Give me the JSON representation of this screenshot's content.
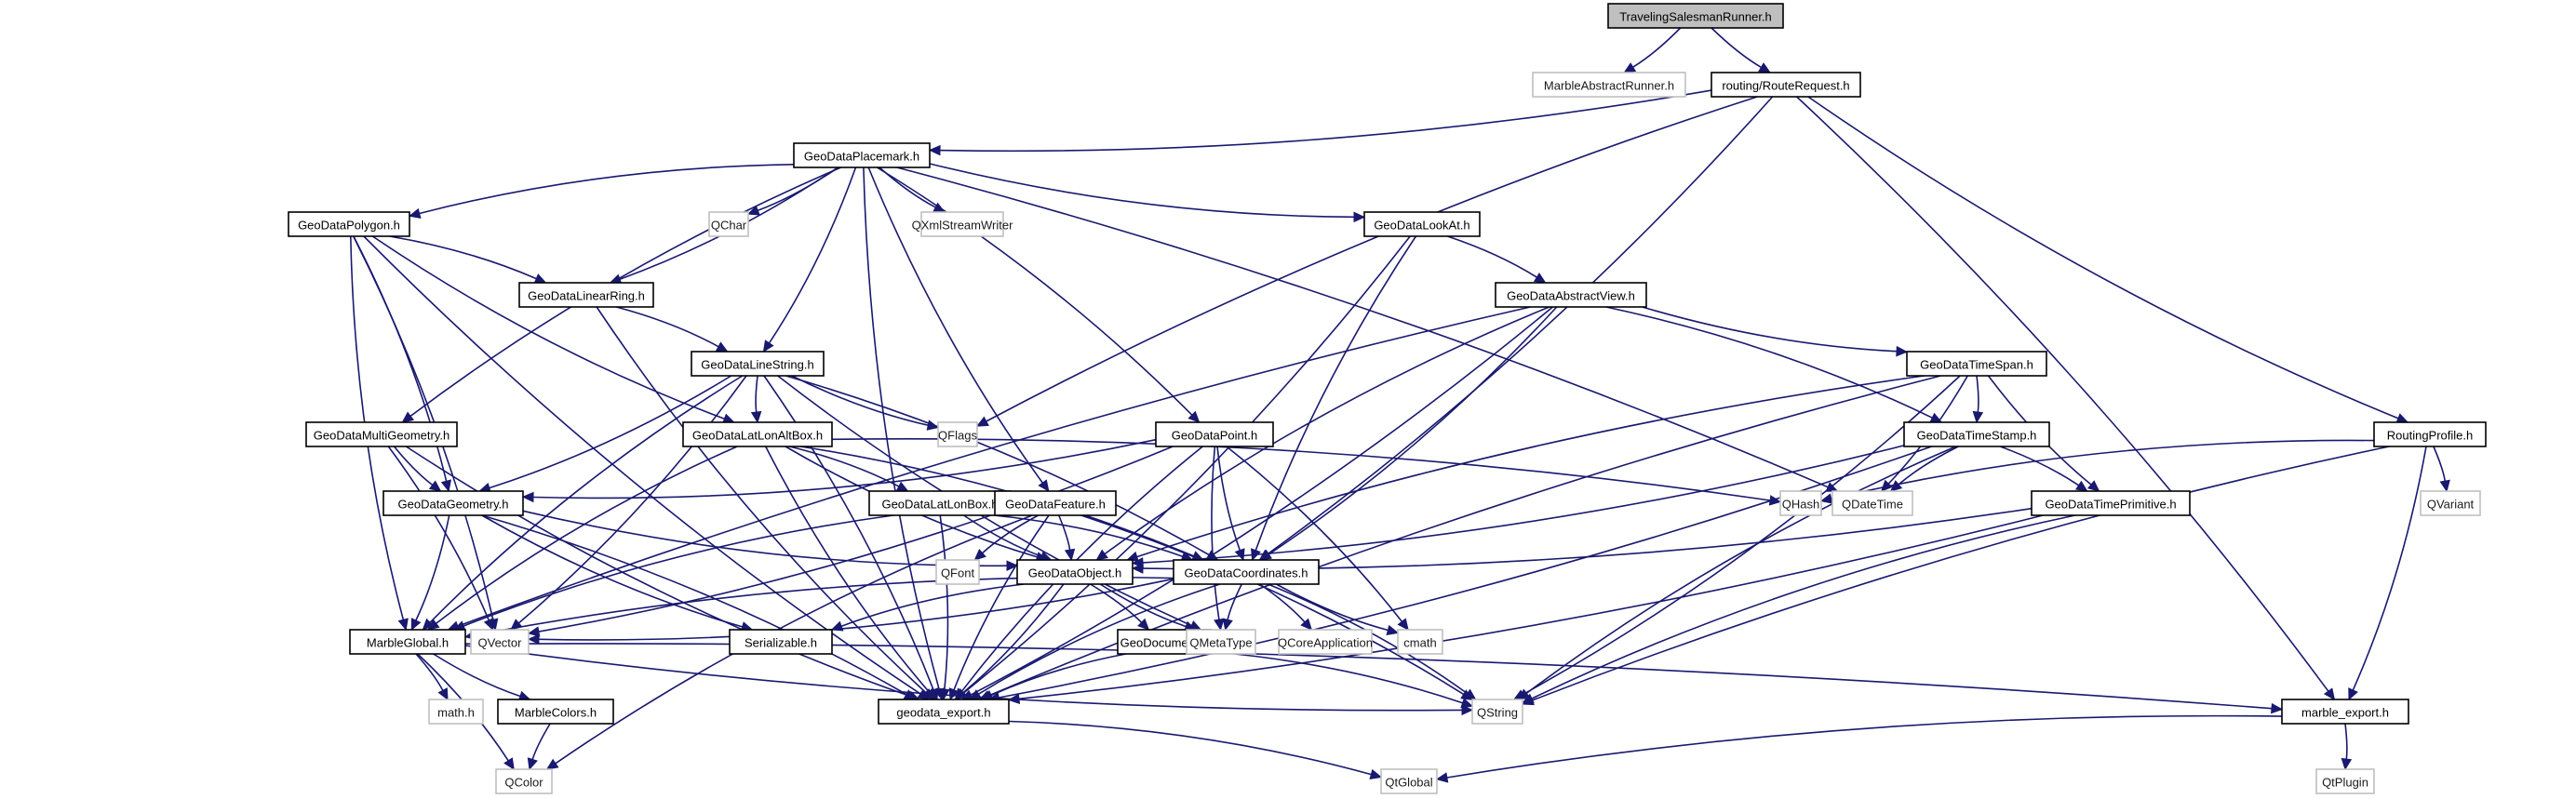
{
  "title": "TravelingSalesmanRunner.h include dependency graph",
  "colors": {
    "edge": "#191970",
    "documented_border": "#000000",
    "external_border": "#bfbfbf",
    "root_fill": "#bfbfbf"
  },
  "nodes": [
    {
      "id": "TravelingSalesmanRunner",
      "label": "TravelingSalesmanRunner.h",
      "kind": "root"
    },
    {
      "id": "MarbleAbstractRunner",
      "label": "MarbleAbstractRunner.h",
      "kind": "ext"
    },
    {
      "id": "RouteRequest",
      "label": "routing/RouteRequest.h",
      "kind": "doc"
    },
    {
      "id": "GeoDataPlacemark",
      "label": "GeoDataPlacemark.h",
      "kind": "doc"
    },
    {
      "id": "GeoDataPolygon",
      "label": "GeoDataPolygon.h",
      "kind": "doc"
    },
    {
      "id": "QChar",
      "label": "QChar",
      "kind": "ext"
    },
    {
      "id": "QXmlStreamWriter",
      "label": "QXmlStreamWriter",
      "kind": "ext"
    },
    {
      "id": "GeoDataLookAt",
      "label": "GeoDataLookAt.h",
      "kind": "doc"
    },
    {
      "id": "GeoDataLinearRing",
      "label": "GeoDataLinearRing.h",
      "kind": "doc"
    },
    {
      "id": "GeoDataAbstractView",
      "label": "GeoDataAbstractView.h",
      "kind": "doc"
    },
    {
      "id": "GeoDataLineString",
      "label": "GeoDataLineString.h",
      "kind": "doc"
    },
    {
      "id": "GeoDataTimeSpan",
      "label": "GeoDataTimeSpan.h",
      "kind": "doc"
    },
    {
      "id": "GeoDataMultiGeometry",
      "label": "GeoDataMultiGeometry.h",
      "kind": "doc"
    },
    {
      "id": "GeoDataLatLonAltBox",
      "label": "GeoDataLatLonAltBox.h",
      "kind": "doc"
    },
    {
      "id": "QFlags",
      "label": "QFlags",
      "kind": "ext"
    },
    {
      "id": "GeoDataPoint",
      "label": "GeoDataPoint.h",
      "kind": "doc"
    },
    {
      "id": "GeoDataTimeStamp",
      "label": "GeoDataTimeStamp.h",
      "kind": "doc"
    },
    {
      "id": "RoutingProfile",
      "label": "RoutingProfile.h",
      "kind": "doc"
    },
    {
      "id": "GeoDataGeometry",
      "label": "GeoDataGeometry.h",
      "kind": "doc"
    },
    {
      "id": "GeoDataLatLonBox",
      "label": "GeoDataLatLonBox.h",
      "kind": "doc"
    },
    {
      "id": "GeoDataFeature",
      "label": "GeoDataFeature.h",
      "kind": "doc"
    },
    {
      "id": "QHash",
      "label": "QHash",
      "kind": "ext"
    },
    {
      "id": "QDateTime",
      "label": "QDateTime",
      "kind": "ext"
    },
    {
      "id": "GeoDataTimePrimitive",
      "label": "GeoDataTimePrimitive.h",
      "kind": "doc"
    },
    {
      "id": "QVariant",
      "label": "QVariant",
      "kind": "ext"
    },
    {
      "id": "QFont",
      "label": "QFont",
      "kind": "ext"
    },
    {
      "id": "GeoDataObject",
      "label": "GeoDataObject.h",
      "kind": "doc"
    },
    {
      "id": "GeoDataCoordinates",
      "label": "GeoDataCoordinates.h",
      "kind": "doc"
    },
    {
      "id": "MarbleGlobal",
      "label": "MarbleGlobal.h",
      "kind": "doc"
    },
    {
      "id": "QVector",
      "label": "QVector",
      "kind": "ext"
    },
    {
      "id": "Serializable",
      "label": "Serializable.h",
      "kind": "doc"
    },
    {
      "id": "GeoDocument",
      "label": "GeoDocument.h",
      "kind": "doc"
    },
    {
      "id": "QMetaType",
      "label": "QMetaType",
      "kind": "ext"
    },
    {
      "id": "QCoreApplication",
      "label": "QCoreApplication",
      "kind": "ext"
    },
    {
      "id": "cmath",
      "label": "cmath",
      "kind": "ext"
    },
    {
      "id": "math_h",
      "label": "math.h",
      "kind": "ext"
    },
    {
      "id": "MarbleColors",
      "label": "MarbleColors.h",
      "kind": "doc"
    },
    {
      "id": "geodata_export",
      "label": "geodata_export.h",
      "kind": "doc"
    },
    {
      "id": "QString",
      "label": "QString",
      "kind": "ext"
    },
    {
      "id": "marble_export",
      "label": "marble_export.h",
      "kind": "doc"
    },
    {
      "id": "QColor",
      "label": "QColor",
      "kind": "ext"
    },
    {
      "id": "QtGlobal",
      "label": "QtGlobal",
      "kind": "ext"
    },
    {
      "id": "QtPlugin",
      "label": "QtPlugin",
      "kind": "ext"
    }
  ],
  "edges": [
    [
      "TravelingSalesmanRunner",
      "MarbleAbstractRunner"
    ],
    [
      "TravelingSalesmanRunner",
      "RouteRequest"
    ],
    [
      "RouteRequest",
      "GeoDataPlacemark"
    ],
    [
      "RouteRequest",
      "QFlags"
    ],
    [
      "RouteRequest",
      "GeoDataCoordinates"
    ],
    [
      "RouteRequest",
      "RoutingProfile"
    ],
    [
      "RouteRequest",
      "marble_export"
    ],
    [
      "GeoDataPlacemark",
      "GeoDataPolygon"
    ],
    [
      "GeoDataPlacemark",
      "GeoDataLinearRing"
    ],
    [
      "GeoDataPlacemark",
      "GeoDataMultiGeometry"
    ],
    [
      "GeoDataPlacemark",
      "QChar"
    ],
    [
      "GeoDataPlacemark",
      "QXmlStreamWriter"
    ],
    [
      "GeoDataPlacemark",
      "GeoDataLineString"
    ],
    [
      "GeoDataPlacemark",
      "GeoDataFeature"
    ],
    [
      "GeoDataPlacemark",
      "GeoDataPoint"
    ],
    [
      "GeoDataPlacemark",
      "GeoDataLookAt"
    ],
    [
      "GeoDataPlacemark",
      "QDateTime"
    ],
    [
      "GeoDataPlacemark",
      "geodata_export"
    ],
    [
      "GeoDataPolygon",
      "GeoDataLinearRing"
    ],
    [
      "GeoDataPolygon",
      "GeoDataLatLonAltBox"
    ],
    [
      "GeoDataPolygon",
      "GeoDataGeometry"
    ],
    [
      "GeoDataPolygon",
      "MarbleGlobal"
    ],
    [
      "GeoDataPolygon",
      "QVector"
    ],
    [
      "GeoDataPolygon",
      "geodata_export"
    ],
    [
      "GeoDataLinearRing",
      "GeoDataLineString"
    ],
    [
      "GeoDataLinearRing",
      "geodata_export"
    ],
    [
      "GeoDataLookAt",
      "GeoDataAbstractView"
    ],
    [
      "GeoDataLookAt",
      "GeoDataCoordinates"
    ],
    [
      "GeoDataLookAt",
      "geodata_export"
    ],
    [
      "GeoDataAbstractView",
      "GeoDataTimeSpan"
    ],
    [
      "GeoDataAbstractView",
      "GeoDataTimeStamp"
    ],
    [
      "GeoDataAbstractView",
      "GeoDataObject"
    ],
    [
      "GeoDataAbstractView",
      "GeoDataCoordinates"
    ],
    [
      "GeoDataAbstractView",
      "MarbleGlobal"
    ],
    [
      "GeoDataAbstractView",
      "geodata_export"
    ],
    [
      "GeoDataLineString",
      "GeoDataLatLonAltBox"
    ],
    [
      "GeoDataLineString",
      "GeoDataGeometry"
    ],
    [
      "GeoDataLineString",
      "QFlags"
    ],
    [
      "GeoDataLineString",
      "GeoDataCoordinates"
    ],
    [
      "GeoDataLineString",
      "MarbleGlobal"
    ],
    [
      "GeoDataLineString",
      "QVector"
    ],
    [
      "GeoDataLineString",
      "QMetaType"
    ],
    [
      "GeoDataLineString",
      "geodata_export"
    ],
    [
      "GeoDataMultiGeometry",
      "GeoDataGeometry"
    ],
    [
      "GeoDataMultiGeometry",
      "QVector"
    ],
    [
      "GeoDataMultiGeometry",
      "geodata_export"
    ],
    [
      "GeoDataLatLonAltBox",
      "GeoDataLatLonBox"
    ],
    [
      "GeoDataLatLonAltBox",
      "GeoDataObject"
    ],
    [
      "GeoDataLatLonAltBox",
      "GeoDataCoordinates"
    ],
    [
      "GeoDataLatLonAltBox",
      "MarbleGlobal"
    ],
    [
      "GeoDataLatLonAltBox",
      "QHash"
    ],
    [
      "GeoDataLatLonAltBox",
      "geodata_export"
    ],
    [
      "GeoDataPoint",
      "GeoDataGeometry"
    ],
    [
      "GeoDataPoint",
      "GeoDataCoordinates"
    ],
    [
      "GeoDataPoint",
      "QVector"
    ],
    [
      "GeoDataPoint",
      "QMetaType"
    ],
    [
      "GeoDataPoint",
      "cmath"
    ],
    [
      "GeoDataPoint",
      "geodata_export"
    ],
    [
      "GeoDataTimeSpan",
      "GeoDataTimeStamp"
    ],
    [
      "GeoDataTimeSpan",
      "GeoDataTimePrimitive"
    ],
    [
      "GeoDataTimeSpan",
      "QDateTime"
    ],
    [
      "GeoDataTimeSpan",
      "GeoDataObject"
    ],
    [
      "GeoDataTimeSpan",
      "QString"
    ],
    [
      "GeoDataTimeSpan",
      "geodata_export"
    ],
    [
      "GeoDataTimeStamp",
      "GeoDataTimePrimitive"
    ],
    [
      "GeoDataTimeStamp",
      "QDateTime"
    ],
    [
      "GeoDataTimeStamp",
      "GeoDataObject"
    ],
    [
      "GeoDataTimeStamp",
      "QString"
    ],
    [
      "GeoDataTimeStamp",
      "geodata_export"
    ],
    [
      "RoutingProfile",
      "QHash"
    ],
    [
      "RoutingProfile",
      "QVariant"
    ],
    [
      "RoutingProfile",
      "QString"
    ],
    [
      "RoutingProfile",
      "marble_export"
    ],
    [
      "GeoDataGeometry",
      "GeoDataObject"
    ],
    [
      "GeoDataGeometry",
      "MarbleGlobal"
    ],
    [
      "GeoDataGeometry",
      "Serializable"
    ],
    [
      "GeoDataGeometry",
      "geodata_export"
    ],
    [
      "GeoDataLatLonBox",
      "GeoDataObject"
    ],
    [
      "GeoDataLatLonBox",
      "GeoDataCoordinates"
    ],
    [
      "GeoDataLatLonBox",
      "MarbleGlobal"
    ],
    [
      "GeoDataLatLonBox",
      "geodata_export"
    ],
    [
      "GeoDataFeature",
      "QFont"
    ],
    [
      "GeoDataFeature",
      "GeoDataObject"
    ],
    [
      "GeoDataFeature",
      "QColor"
    ],
    [
      "GeoDataFeature",
      "QString"
    ],
    [
      "GeoDataFeature",
      "geodata_export"
    ],
    [
      "GeoDataTimePrimitive",
      "GeoDataObject"
    ],
    [
      "GeoDataTimePrimitive",
      "QString"
    ],
    [
      "GeoDataTimePrimitive",
      "geodata_export"
    ],
    [
      "GeoDataObject",
      "Serializable"
    ],
    [
      "GeoDataObject",
      "GeoDocument"
    ],
    [
      "GeoDataObject",
      "QMetaType"
    ],
    [
      "GeoDataObject",
      "geodata_export"
    ],
    [
      "GeoDataCoordinates",
      "MarbleGlobal"
    ],
    [
      "GeoDataCoordinates",
      "QVector"
    ],
    [
      "GeoDataCoordinates",
      "QMetaType"
    ],
    [
      "GeoDataCoordinates",
      "QCoreApplication"
    ],
    [
      "GeoDataCoordinates",
      "cmath"
    ],
    [
      "GeoDataCoordinates",
      "QString"
    ],
    [
      "GeoDataCoordinates",
      "geodata_export"
    ],
    [
      "GeoDocument",
      "QString"
    ],
    [
      "GeoDocument",
      "geodata_export"
    ],
    [
      "MarbleGlobal",
      "math_h"
    ],
    [
      "MarbleGlobal",
      "MarbleColors"
    ],
    [
      "MarbleGlobal",
      "QColor"
    ],
    [
      "MarbleGlobal",
      "QString"
    ],
    [
      "MarbleGlobal",
      "marble_export"
    ],
    [
      "MarbleColors",
      "QColor"
    ],
    [
      "geodata_export",
      "QtGlobal"
    ],
    [
      "marble_export",
      "QtGlobal"
    ],
    [
      "marble_export",
      "QtPlugin"
    ]
  ]
}
